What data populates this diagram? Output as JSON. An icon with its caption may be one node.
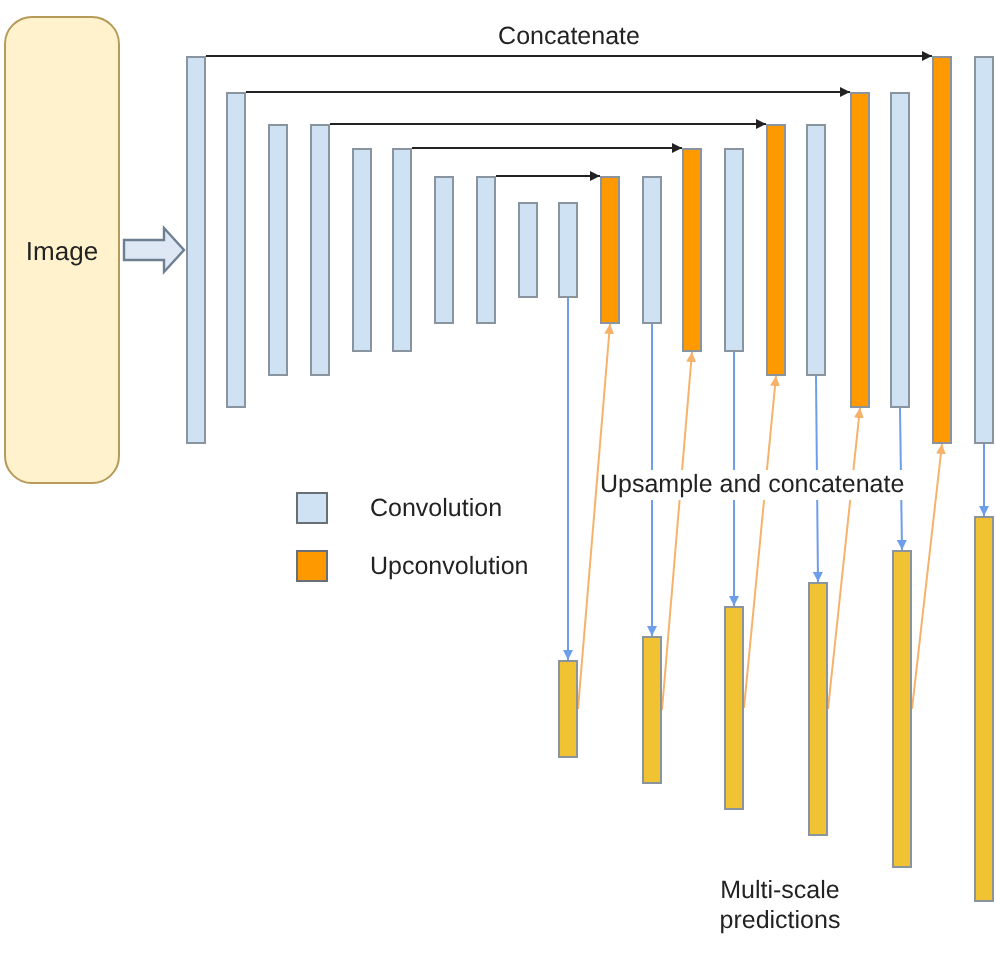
{
  "diagram": {
    "nodes": [
      {
        "text": [
          "Image"
        ]
      },
      {
        "text": [],
        "shape": "bar"
      },
      {
        "text": [],
        "shape": "bar"
      },
      {
        "text": [],
        "shape": "bar"
      },
      {
        "text": [],
        "shape": "bar"
      },
      {
        "text": [],
        "shape": "bar"
      },
      {
        "text": [],
        "shape": "bar"
      },
      {
        "text": [],
        "shape": "bar"
      },
      {
        "text": [],
        "shape": "bar"
      },
      {
        "text": [],
        "shape": "bar"
      },
      {
        "text": [],
        "shape": "bar"
      },
      {
        "text": [],
        "shape": "bar"
      },
      {
        "text": [],
        "shape": "bar"
      },
      {
        "text": [],
        "shape": "bar"
      },
      {
        "text": [],
        "shape": "bar"
      },
      {
        "text": [],
        "shape": "bar"
      },
      {
        "text": [],
        "shape": "bar"
      },
      {
        "text": [],
        "shape": "bar"
      },
      {
        "text": [],
        "shape": "bar"
      },
      {
        "text": [],
        "shape": "bar"
      },
      {
        "text": [],
        "shape": "bar"
      },
      {
        "text": [],
        "shape": "bar"
      },
      {
        "text": [],
        "shape": "bar"
      },
      {
        "text": [],
        "shape": "bar"
      },
      {
        "text": [],
        "shape": "bar"
      },
      {
        "text": [],
        "shape": "bar"
      },
      {
        "text": [],
        "shape": "bar"
      }
    ],
    "edges": [
      {
        "from": 0,
        "to": 1,
        "arrow": "to",
        "style": "thick"
      },
      {
        "from": 1,
        "to": 19,
        "arrow": "to",
        "label": "Concatenate",
        "color": "#222222"
      },
      {
        "from": 2,
        "to": 17,
        "arrow": "to",
        "color": "#222222"
      },
      {
        "from": 4,
        "to": 15,
        "arrow": "to",
        "color": "#222222"
      },
      {
        "from": 6,
        "to": 13,
        "arrow": "to",
        "color": "#222222"
      },
      {
        "from": 8,
        "to": 11,
        "arrow": "to",
        "color": "#222222"
      },
      {
        "from": 10,
        "to": 21,
        "arrow": "to",
        "color": "#6d9eeb"
      },
      {
        "from": 12,
        "to": 22,
        "arrow": "to",
        "color": "#6d9eeb"
      },
      {
        "from": 14,
        "to": 23,
        "arrow": "to",
        "color": "#6d9eeb"
      },
      {
        "from": 16,
        "to": 24,
        "arrow": "to",
        "color": "#6d9eeb"
      },
      {
        "from": 18,
        "to": 25,
        "arrow": "to",
        "color": "#6d9eeb"
      },
      {
        "from": 20,
        "to": 26,
        "arrow": "to",
        "color": "#6d9eeb"
      },
      {
        "from": 21,
        "to": 11,
        "arrow": "to",
        "color": "#f6b26b"
      },
      {
        "from": 22,
        "to": 13,
        "arrow": "to",
        "color": "#f6b26b"
      },
      {
        "from": 23,
        "to": 15,
        "arrow": "to",
        "color": "#f6b26b"
      },
      {
        "from": 24,
        "to": 17,
        "arrow": "to",
        "color": "#f6b26b"
      },
      {
        "from": 25,
        "to": 19,
        "arrow": "to",
        "color": "#f6b26b"
      }
    ],
    "labels": [
      "Upsample and concatenate",
      "Multi-scale predictions"
    ],
    "legend": [
      {
        "text": "Convolution",
        "color": "#cfe2f3"
      },
      {
        "text": "Upconvolution",
        "color": "#ff9900"
      }
    ]
  }
}
